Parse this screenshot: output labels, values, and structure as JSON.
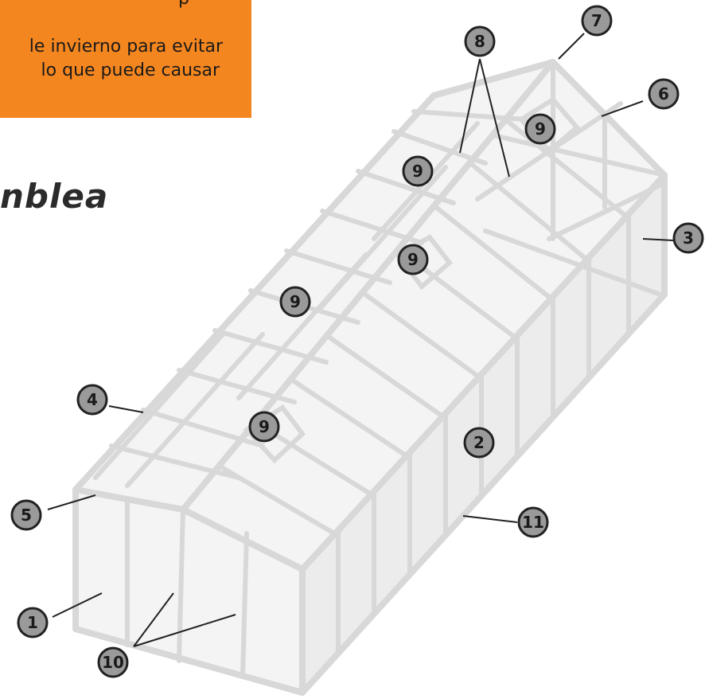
{
  "banner": {
    "line_top": "p",
    "line1": "le invierno para evitar",
    "line2": "lo que puede causar",
    "color": "#F4861F"
  },
  "heading": "nblea",
  "callouts": [
    "1",
    "2",
    "3",
    "4",
    "5",
    "6",
    "7",
    "8",
    "9",
    "9",
    "9",
    "9",
    "9",
    "10",
    "11"
  ]
}
